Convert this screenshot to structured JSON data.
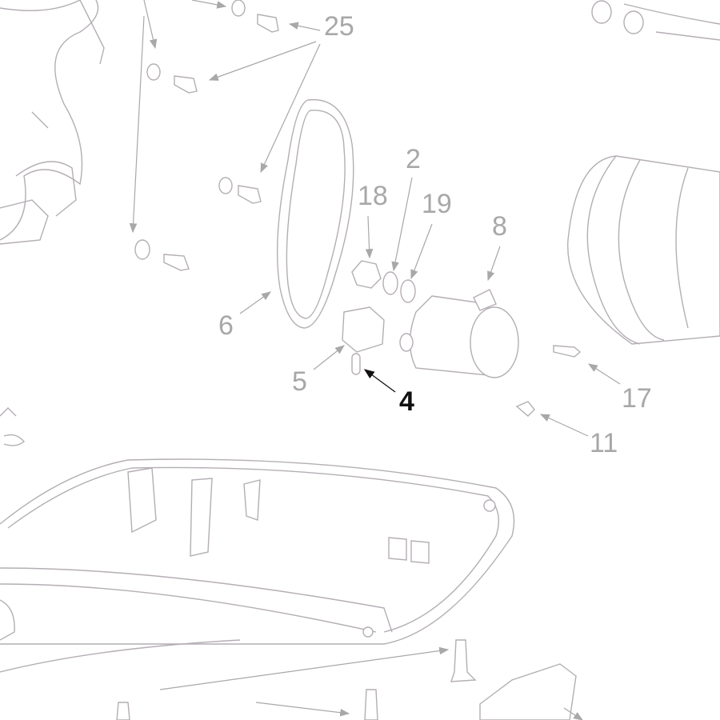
{
  "diagram": {
    "callouts": [
      {
        "id": "25",
        "label": "25",
        "highlight": false
      },
      {
        "id": "2",
        "label": "2",
        "highlight": false
      },
      {
        "id": "18",
        "label": "18",
        "highlight": false
      },
      {
        "id": "19",
        "label": "19",
        "highlight": false
      },
      {
        "id": "8",
        "label": "8",
        "highlight": false
      },
      {
        "id": "6",
        "label": "6",
        "highlight": false
      },
      {
        "id": "5",
        "label": "5",
        "highlight": false
      },
      {
        "id": "4",
        "label": "4",
        "highlight": true
      },
      {
        "id": "17",
        "label": "17",
        "highlight": false
      },
      {
        "id": "11",
        "label": "11",
        "highlight": false
      }
    ],
    "colors": {
      "lines": "#b4aeb4",
      "highlight": "#111111"
    }
  }
}
